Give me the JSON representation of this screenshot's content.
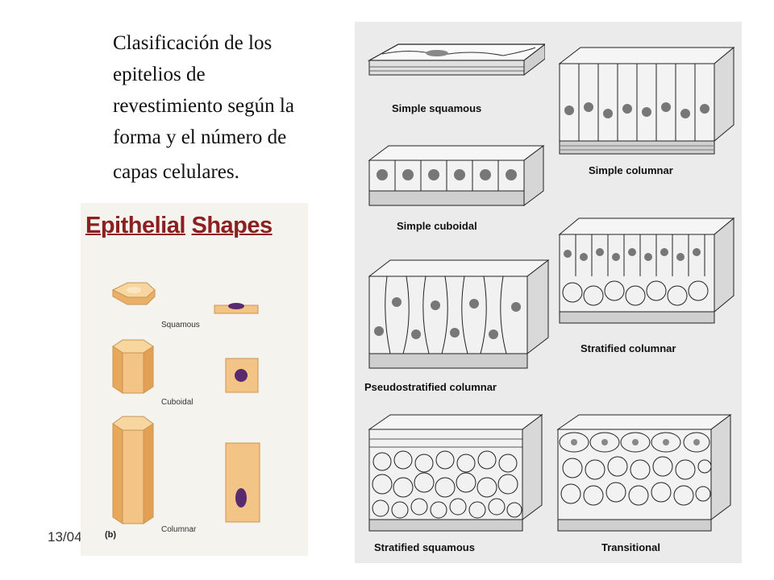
{
  "slide": {
    "title_lines": [
      "Clasificación de los",
      "epitelios de",
      "revestimiento según la",
      "forma y el número de",
      "capas celulares."
    ],
    "date": "13/04"
  },
  "shapes_figure": {
    "heading_word1": "Epithelial",
    "heading_word2": "Shapes",
    "labels": {
      "squamous": "Squamous",
      "cuboidal": "Cuboidal",
      "columnar": "Columnar"
    },
    "part": "(b)",
    "colors": {
      "cell_fill": "#f2c587",
      "cell_edge": "#c99452",
      "nucleus": "#5a2a6e",
      "heading": "#8c2020"
    }
  },
  "types_figure": {
    "labels": {
      "simple_squamous": "Simple squamous",
      "simple_columnar": "Simple columnar",
      "simple_cuboidal": "Simple cuboidal",
      "stratified_columnar": "Stratified columnar",
      "pseudostratified_columnar": "Pseudostratified columnar",
      "stratified_squamous": "Stratified squamous",
      "transitional": "Transitional"
    }
  }
}
